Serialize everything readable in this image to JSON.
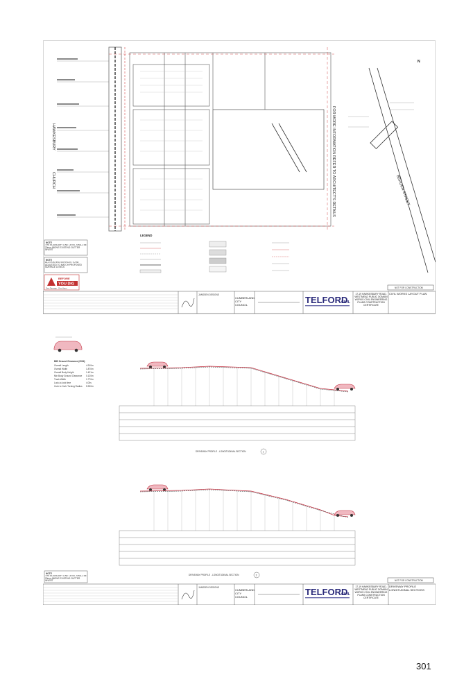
{
  "sheet1": {
    "north_label": "N",
    "note_vertical": "FOR MORE INFORMATION REFER TO ARCHITECT'S DETAILS",
    "street_left": "CHURCH",
    "street_right": "BERGEN STREET",
    "street_left2": "HAWKESBURY",
    "legend_title": "LEGEND",
    "note1_title": "NOTE",
    "note1_text": "THE BOUNDARY LINE LEVEL SHALL BE 20mm ABOVE EXISTING GUTTER INVERT",
    "note2_title": "NOTE",
    "note2_text": "ALL EXISTING SERVICES TO BE ADJUSTED TO MATCH PROPOSED SURFACE LEVELS",
    "dial_top": "BEFORE",
    "dial_main": "YOU DIG",
    "dial_sub": "Zero Damage · Zero Harm",
    "architect": "JANSSEN DESIGNS",
    "council": "CUMBERLAND CITY COUNCIL",
    "company": "TELFORD",
    "company_suffix": "CIVIL",
    "project": "17-19 HAWKESBURY ROAD, WESTMEAD PUBLIC DOMAIN WORKS CIVIL ENGINEERING PLANS CONSTRUCTION CERTIFICATE",
    "drawing_title": "CIVIL WORKS LAYOUT PLAN",
    "stamp": "NOT FOR CONSTRUCTION"
  },
  "sheet2": {
    "vehicle_spec_title": "B85 Ground Clearance (2004)",
    "vehicle_specs": [
      {
        "label": "Overall Length",
        "value": "4.910m"
      },
      {
        "label": "Overall Width",
        "value": "1.870m"
      },
      {
        "label": "Overall Body Height",
        "value": "1.421m"
      },
      {
        "label": "Min Body Ground Clearance",
        "value": "0.120m"
      },
      {
        "label": "Track Width",
        "value": "1.770m"
      },
      {
        "label": "Lock-to-lock time",
        "value": "4.00s"
      },
      {
        "label": "Curb to Curb Turning Radius",
        "value": "5.900m"
      }
    ],
    "profile1_label": "DRIVEWAY PROFILE - LONGITUDINAL SECTION",
    "profile1_num": "1",
    "profile2_label": "DRIVEWAY PROFILE - LONGITUDINAL SECTION",
    "profile2_num": "2",
    "note_title": "NOTE",
    "note_text": "THE BOUNDARY LINE LEVEL SHALL BE 20mm ABOVE EXISTING GUTTER INVERT",
    "architect": "JANSSEN DESIGNS",
    "council": "CUMBERLAND CITY COUNCIL",
    "company": "TELFORD",
    "company_suffix": "CIVIL",
    "project": "17-19 HAWKESBURY ROAD, WESTMEAD PUBLIC DOMAIN WORKS CIVIL ENGINEERING PLANS CONSTRUCTION CERTIFICATE",
    "drawing_title": "DRIVEWAY PROFILE LONGITUDINAL SECTIONS",
    "stamp": "NOT FOR CONSTRUCTION"
  },
  "page_number": "301"
}
